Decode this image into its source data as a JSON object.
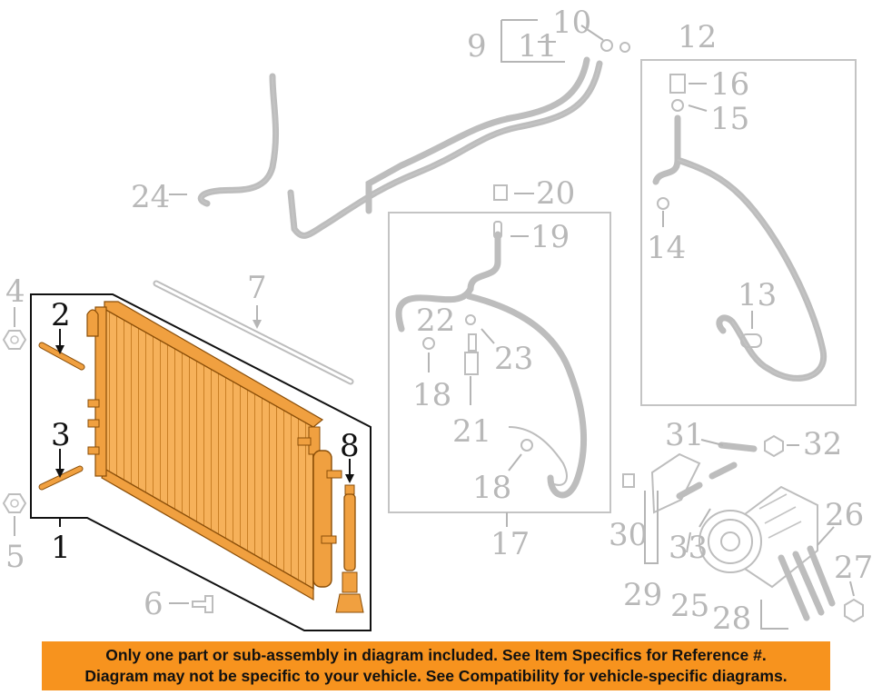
{
  "callouts": [
    "1",
    "2",
    "3",
    "4",
    "5",
    "6",
    "7",
    "8",
    "9",
    "10",
    "11",
    "12",
    "13",
    "14",
    "15",
    "16",
    "17",
    "18",
    "18",
    "19",
    "20",
    "21",
    "22",
    "23",
    "24",
    "25",
    "26",
    "27",
    "28",
    "29",
    "30",
    "31",
    "32",
    "33"
  ],
  "banner": {
    "line1": "Only one part or sub-assembly in diagram included. See Item Specifics for Reference #.",
    "line2": "Diagram may not be specific to your vehicle. See Compatibility for vehicle-specific diagrams."
  },
  "colors": {
    "highlight_part": "#f0a040",
    "ghost_part": "#bdbdbd",
    "banner": "#f7931e"
  }
}
